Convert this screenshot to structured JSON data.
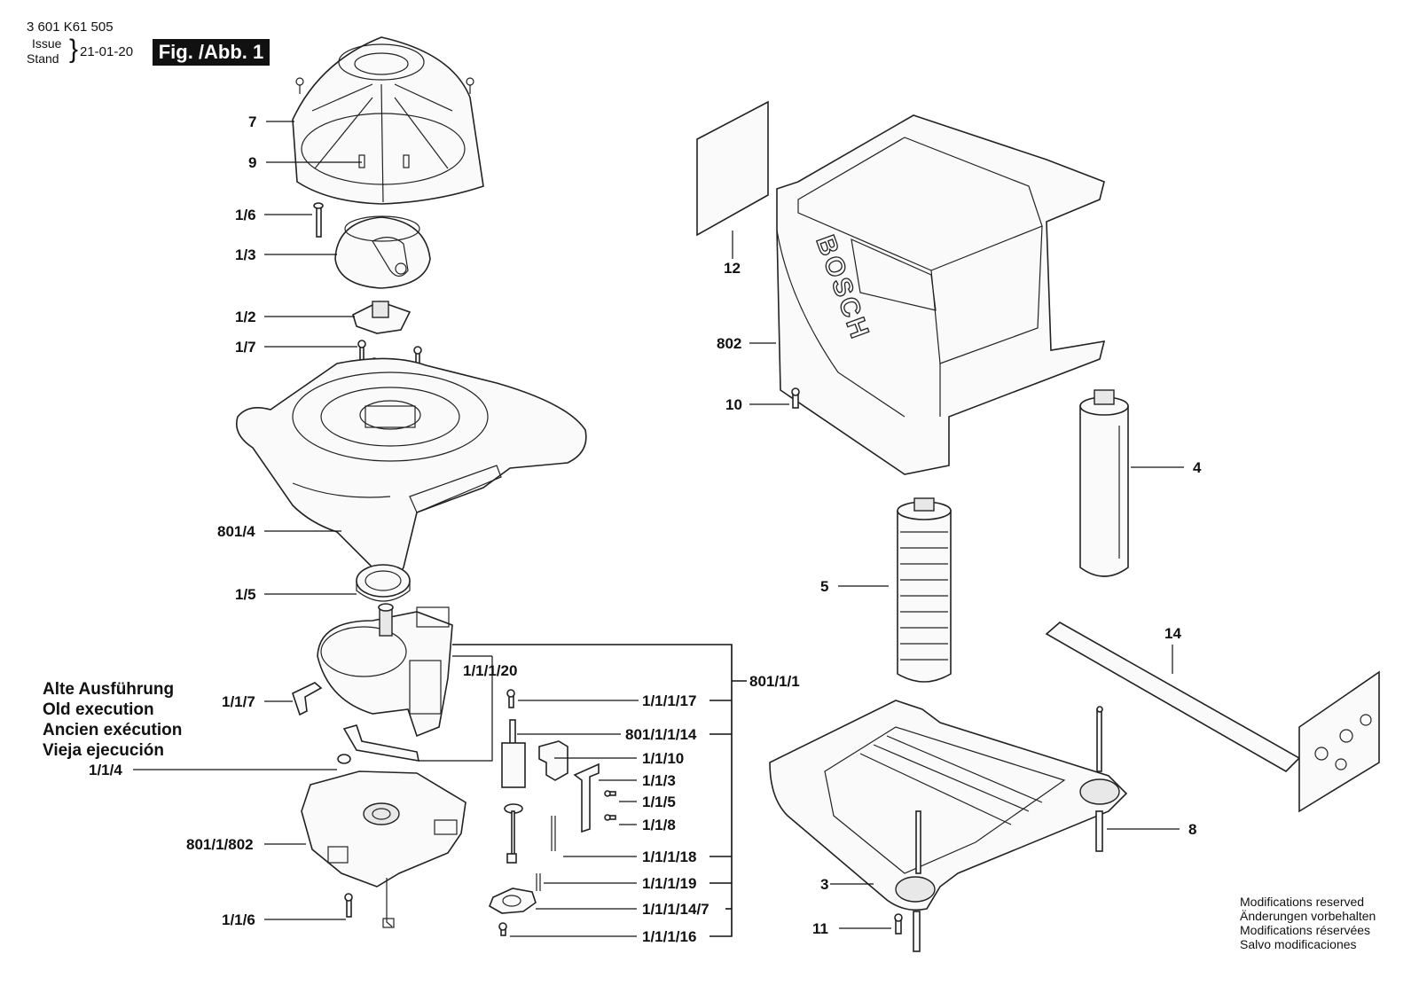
{
  "header": {
    "part_number": "3 601 K61 505",
    "issue_label": "Issue",
    "stand_label": "Stand",
    "issue_date": "21-01-20",
    "figure_label": "Fig. /Abb. 1"
  },
  "brand": "BOSCH",
  "legacy_note": [
    "Alte Ausführung",
    "Old execution",
    "Ancien exécution",
    "Vieja ejecución"
  ],
  "modifications_note": [
    "Modifications reserved",
    "Änderungen vorbehalten",
    "Modifications réservées",
    "Salvo modificaciones"
  ],
  "labels": {
    "p7": "7",
    "p9": "9",
    "p1_6": "1/6",
    "p1_3": "1/3",
    "p1_2": "1/2",
    "p1_7": "1/7",
    "p801_4": "801/4",
    "p1_5": "1/5",
    "p1_1_1_20": "1/1/1/20",
    "p801_1_1": "801/1/1",
    "p1_1_7": "1/1/7",
    "p1_1_4": "1/1/4",
    "p1_1_1_17": "1/1/1/17",
    "p801_1_1_14": "801/1/1/14",
    "p1_1_10": "1/1/10",
    "p1_1_3": "1/1/3",
    "p1_1_5": "1/1/5",
    "p1_1_8": "1/1/8",
    "p801_1_802": "801/1/802",
    "p1_1_1_18": "1/1/1/18",
    "p1_1_1_19": "1/1/1/19",
    "p1_1_1_14_7": "1/1/1/14/7",
    "p1_1_6": "1/1/6",
    "p1_1_1_16": "1/1/1/16",
    "p12": "12",
    "p802": "802",
    "p10": "10",
    "p4": "4",
    "p5": "5",
    "p14": "14",
    "p8": "8",
    "p3": "3",
    "p11": "11"
  }
}
